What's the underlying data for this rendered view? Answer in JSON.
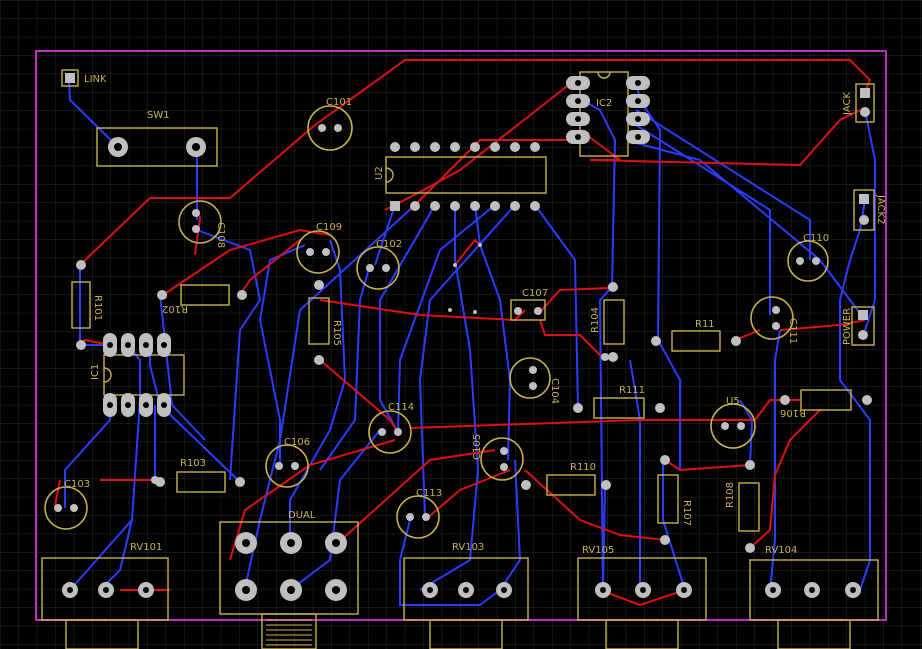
{
  "labels": {
    "link": "LINK",
    "sw1": "SW1",
    "c101": "C101",
    "ic2": "IC2",
    "jack": "JACK",
    "u2": "U2",
    "c108": "C108",
    "c109": "C109",
    "c102": "C102",
    "jack2": "JACK2",
    "c110": "C110",
    "r101": "R101",
    "r102": "R102",
    "r105": "R105",
    "c107": "C107",
    "r104": "R104",
    "power": "POWER",
    "r11": "R11",
    "c111": "C111",
    "ic1": "IC1",
    "c104": "C104",
    "r111": "R111",
    "u5": "U5",
    "r106": "R106",
    "c114": "C114",
    "c106": "C106",
    "c105": "C105",
    "r103": "R103",
    "r110": "R110",
    "r107": "R107",
    "r108": "R108",
    "c103": "C103",
    "c113": "C113",
    "dual": "DUAL",
    "rv101": "RV101",
    "rv103": "RV103",
    "rv105": "RV105",
    "rv104": "RV104"
  },
  "colors": {
    "background": "#000000",
    "grid": "#2b2b2b",
    "board_outline": "#c030c0",
    "silkscreen": "#c9b24a",
    "top_copper": "#dd1111",
    "bottom_copper": "#2a3dff",
    "pad": "#bfbfbf"
  }
}
